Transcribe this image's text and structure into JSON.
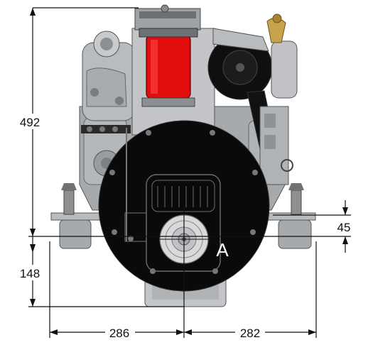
{
  "dimensions": {
    "overall_height": "492",
    "foot_offset": "45",
    "mount_height": "148",
    "left_width": "286",
    "right_width": "282"
  },
  "reference_point": "A",
  "colors": {
    "line": "#111111",
    "engine_dark": "#0a0a0a",
    "engine_body": "#b9bcbf",
    "engine_mid": "#8d9093",
    "filter_red": "#e00d0d",
    "highlight": "#e6e8ea"
  }
}
